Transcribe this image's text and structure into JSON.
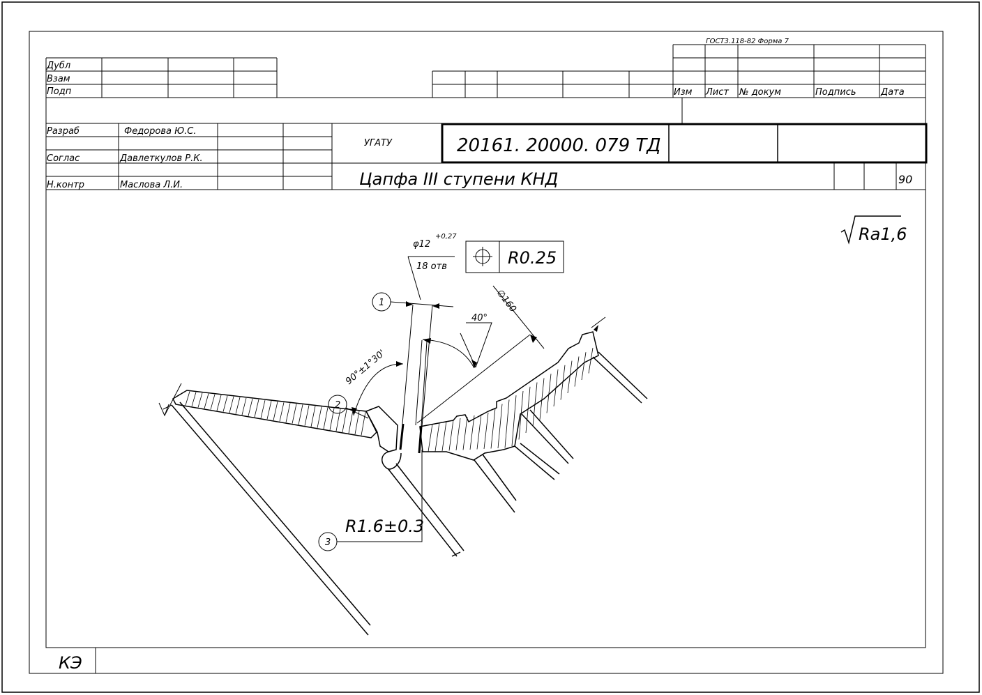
{
  "form": {
    "standard": "ГОСТ3.118-82 Форма 7"
  },
  "left_stamp": {
    "rows": [
      "Дубл",
      "Взам",
      "Подп"
    ]
  },
  "revision_headers": {
    "izm": "Изм",
    "list": "Лист",
    "doc_no": "№ докум",
    "signature": "Подпись",
    "date": "Дата"
  },
  "approval": {
    "rows": [
      {
        "role": "Разраб",
        "name": "Федорова Ю.С."
      },
      {
        "role": "Соглас",
        "name": "Давлеткулов Р.К."
      },
      {
        "role": "Н.контр",
        "name": "Маслова Л.И."
      }
    ]
  },
  "title_block": {
    "organization": "УГАТУ",
    "doc_code": "20161. 20000. 079 ТД",
    "part_name": "Цапфа III ступени КНД",
    "sheet_number": "90"
  },
  "drawing": {
    "roughness": "Ra1,6",
    "hole_dia": "φ12",
    "hole_tol": "+0,27",
    "hole_count": "18 отв",
    "position_tol": "R0.25",
    "pcd": "∅160",
    "angle_40": "40°",
    "angle_90": "90°±1°30'",
    "radius": "R1.6±0.3",
    "callouts": [
      "1",
      "2",
      "3"
    ]
  },
  "footer": {
    "code": "КЭ"
  }
}
